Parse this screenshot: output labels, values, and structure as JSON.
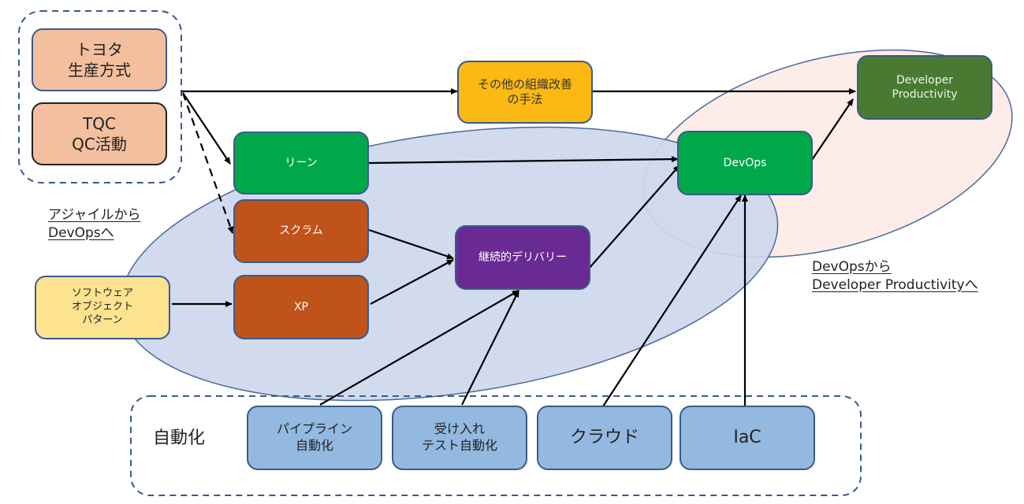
{
  "diagram": {
    "colors": {
      "peach": "#f4bf9e",
      "orange_yellow": "#fdb913",
      "dark_green": "#4a7a32",
      "green": "#00a84a",
      "rust": "#c0531a",
      "purple": "#6a2a93",
      "light_yellow": "#fde290",
      "light_blue": "#93b9e0",
      "blue_ellipse": "#cdd8ec",
      "pink_ellipse": "#fdece8",
      "border": "#3b5a8c"
    },
    "nodes": {
      "toyota": "トヨタ\n生産方式",
      "tqc": "TQC\nQC活動",
      "other_methods": "その他の組織改善\nの手法",
      "devprod": "Developer\nProductivity",
      "lean": "リーン",
      "devops": "DevOps",
      "scrum": "スクラム",
      "cd": "継続的デリバリー",
      "sop": "ソフトウェア\nオブジェクト\nパターン",
      "xp": "XP",
      "pipeline": "パイプライン\n自動化",
      "acceptance": "受け入れ\nテスト自動化",
      "cloud": "クラウド",
      "iac": "IaC"
    },
    "labels": {
      "agile_to_devops": "アジャイルから\nDevOpsへ",
      "devops_to_devprod": "DevOpsから\nDeveloper Productivityへ",
      "automation": "自動化"
    }
  }
}
